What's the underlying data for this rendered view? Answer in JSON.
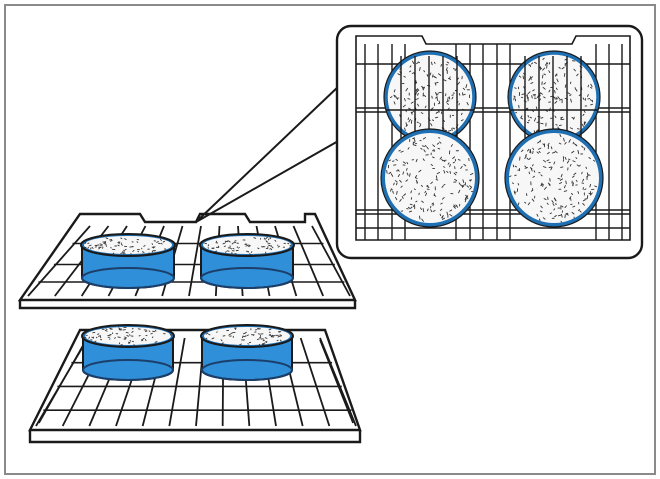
{
  "figure": {
    "frame_color": "#8a8a8a",
    "line_color": "#1a1a1a",
    "pan_side_color": "#2f8fd8",
    "pan_rim_color": "#1f6fb3",
    "pan_rim_dark": "#1b3f6a",
    "cake_fill": "#f7f7f7",
    "speckle_color": "#333333",
    "lower_rack_pans": 2,
    "upper_rack_pans": 2,
    "detail_view_pans": 4
  }
}
